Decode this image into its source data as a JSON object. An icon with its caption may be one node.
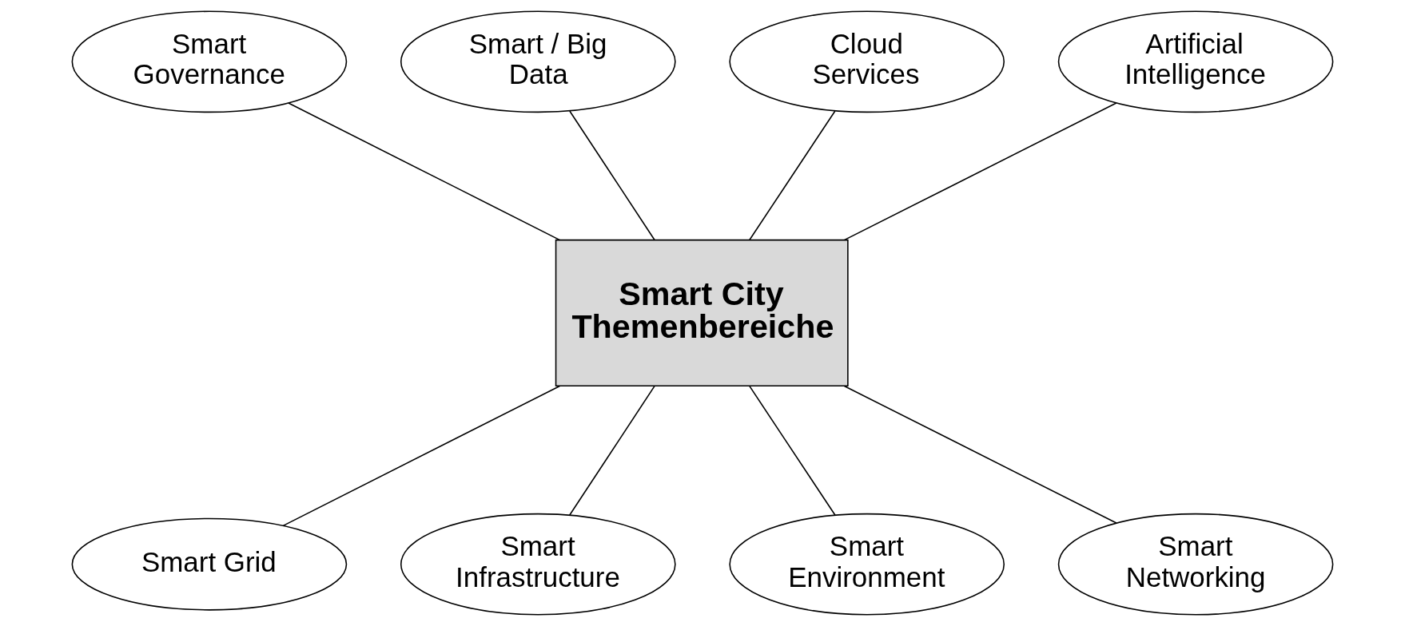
{
  "diagram": {
    "nodes": [
      {
        "text": [
          "Smart Governance"
        ]
      },
      {
        "text": [
          "Smart / Big Data"
        ]
      },
      {
        "text": [
          "Cloud Services"
        ]
      },
      {
        "text": [
          "Artificial Intelligence"
        ]
      },
      {
        "text": [
          "Smart City Themenbereiche"
        ]
      },
      {
        "text": [
          "Smart Grid"
        ]
      },
      {
        "text": [
          "Smart Infrastructure"
        ]
      },
      {
        "text": [
          "Smart Environment"
        ]
      },
      {
        "text": [
          "Smart Networking"
        ]
      }
    ],
    "edges": [
      {
        "from": 0,
        "to": 4,
        "arrow": "none"
      },
      {
        "from": 1,
        "to": 4,
        "arrow": "none"
      },
      {
        "from": 2,
        "to": 4,
        "arrow": "none"
      },
      {
        "from": 3,
        "to": 4,
        "arrow": "none"
      },
      {
        "from": 4,
        "to": 5,
        "arrow": "none"
      },
      {
        "from": 4,
        "to": 6,
        "arrow": "none"
      },
      {
        "from": 4,
        "to": 7,
        "arrow": "none"
      },
      {
        "from": 4,
        "to": 8,
        "arrow": "none"
      }
    ]
  }
}
